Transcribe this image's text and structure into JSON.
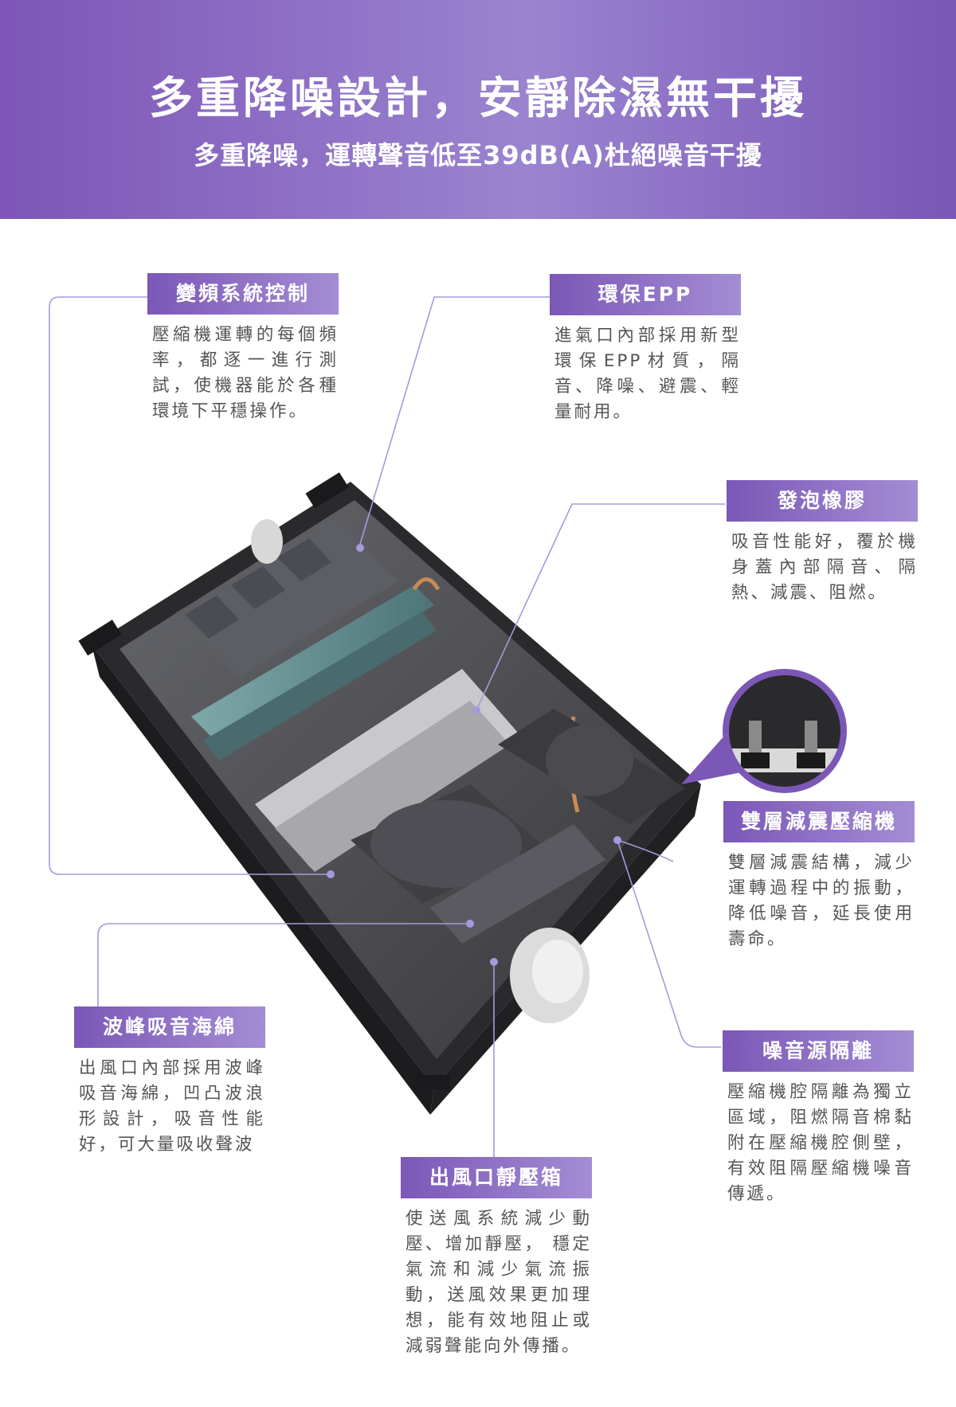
{
  "banner": {
    "title": "多重降噪設計，安靜除濕無干擾",
    "subtitle": "多重降噪，運轉聲音低至39dB(A)杜絕噪音干擾"
  },
  "callouts": [
    {
      "id": "inverter",
      "title": "變頻系統控制",
      "text": "壓縮機運轉的每個頻率，都逐一進行測試，使機器能於各種環境下平穩操作。"
    },
    {
      "id": "epp",
      "title": "環保EPP",
      "text": "進氣口內部採用新型環保EPP材質，隔音、降噪、避震、輕量耐用。"
    },
    {
      "id": "foam",
      "title": "發泡橡膠",
      "text": "吸音性能好，覆於機身蓋內部隔音、隔熱、減震、阻燃。"
    },
    {
      "id": "compressor",
      "title": "雙層減震壓縮機",
      "text": "雙層減震結構，減少運轉過程中的振動，降低噪音，延長使用壽命。"
    },
    {
      "id": "sponge",
      "title": "波峰吸音海綿",
      "text": "出風口內部採用波峰吸音海綿，凹凸波浪形設計，吸音性能好，可大量吸收聲波"
    },
    {
      "id": "isolation",
      "title": "噪音源隔離",
      "text": "壓縮機腔隔離為獨立區域，阻燃隔音棉黏附在壓縮機腔側壁，有效阻隔壓縮機噪音傳遞。"
    },
    {
      "id": "plenum",
      "title": "出風口靜壓箱",
      "text": "使送風系統減少動壓、增加靜壓， 穩定氣流和減少氣流振動，送風效果更加理想，能有效地阻止或減弱聲能向外傳播。"
    }
  ],
  "colors": {
    "accent": "#7b57b7",
    "accent_light": "#a48dd4",
    "line": "#a898dc",
    "machine": "#2b2b2e"
  },
  "icons": {
    "product": "dehumidifier-cutaway-illustration",
    "detail": "compressor-damper-zoom"
  }
}
